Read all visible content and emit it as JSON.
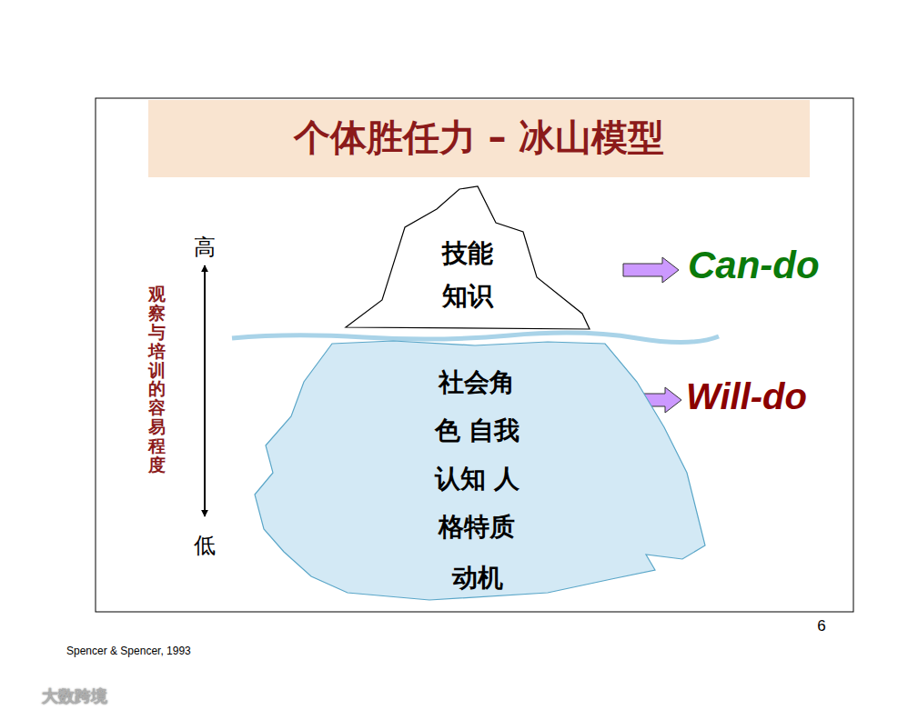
{
  "diagram": {
    "title": "个体胜任力 – 冰山模型",
    "nodes": [
      {
        "text": [
          "技能 知识"
        ]
      },
      {
        "text": [
          "社会角色 自我认知 人格特质",
          "动机"
        ]
      }
    ],
    "labels": [
      "高",
      "观察与培训的容易程度",
      "低",
      "Can-do",
      "Will-do",
      "6",
      "Spencer & Spencer, 1993",
      "大数跨境"
    ]
  }
}
